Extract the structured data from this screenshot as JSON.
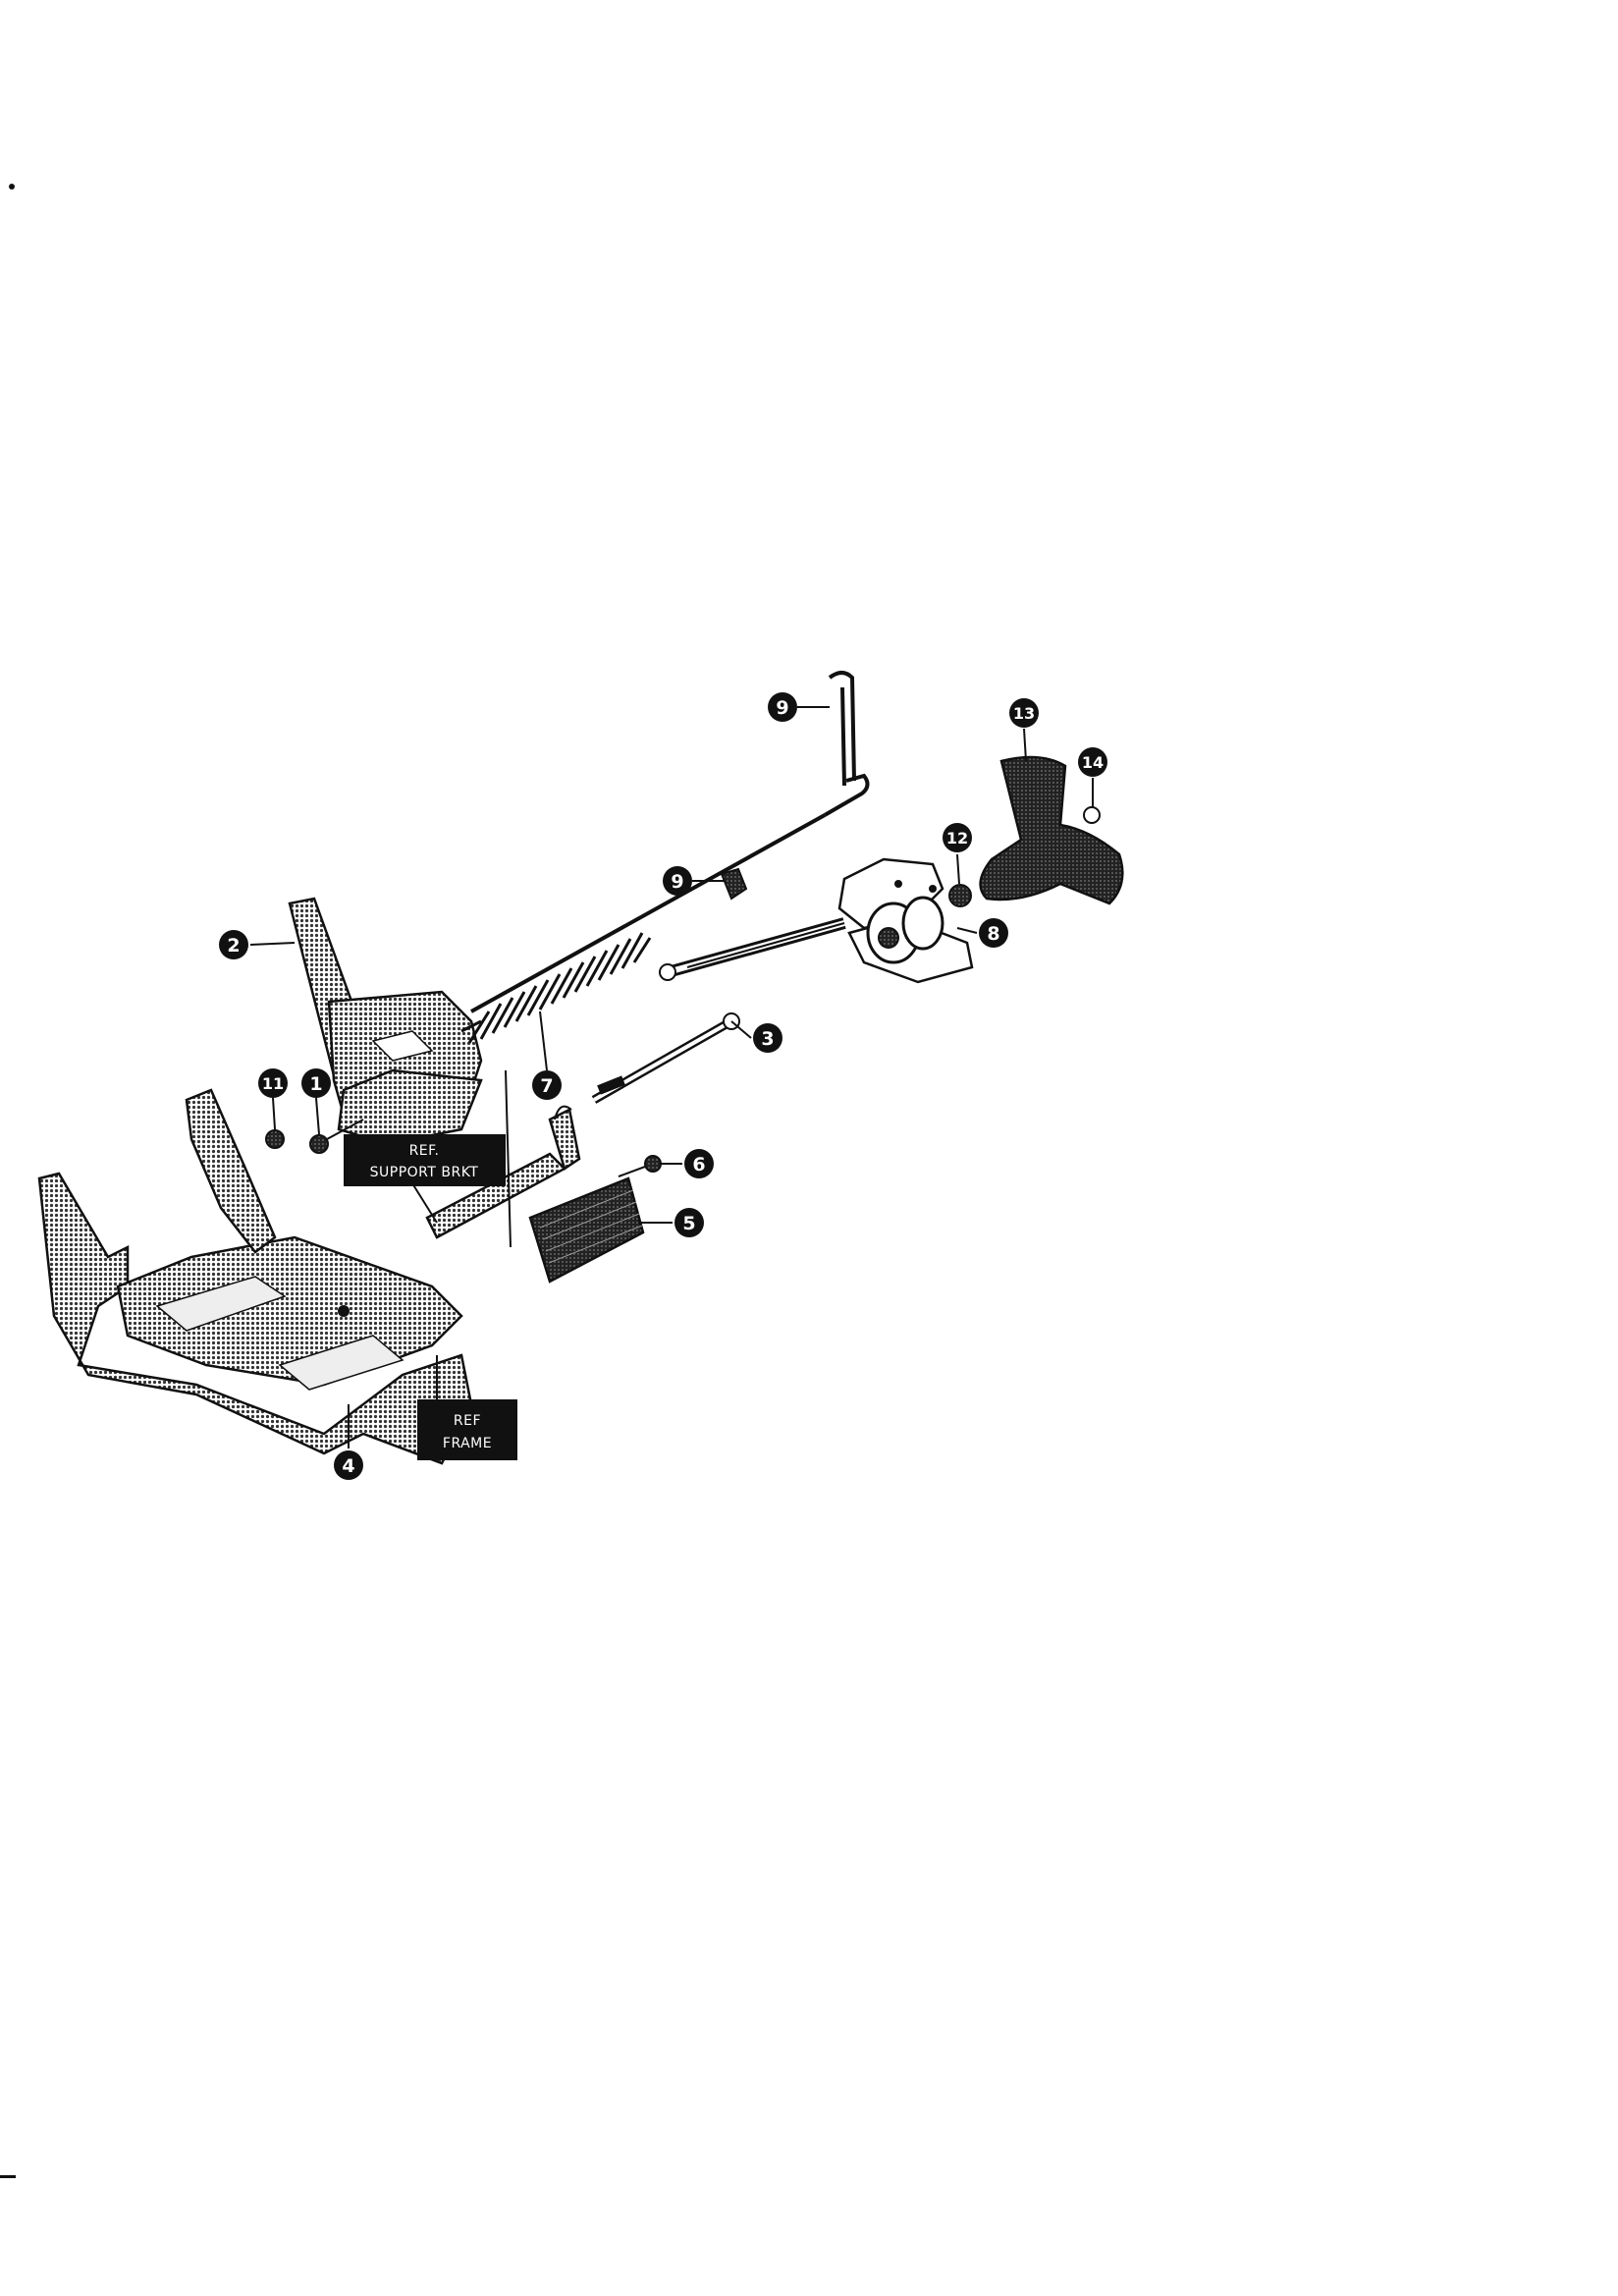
{
  "diagram": {
    "callouts": [
      {
        "id": "callout-1",
        "number": "1"
      },
      {
        "id": "callout-2",
        "number": "2"
      },
      {
        "id": "callout-3",
        "number": "3"
      },
      {
        "id": "callout-4",
        "number": "4"
      },
      {
        "id": "callout-5",
        "number": "5"
      },
      {
        "id": "callout-6",
        "number": "6"
      },
      {
        "id": "callout-7",
        "number": "7"
      },
      {
        "id": "callout-8",
        "number": "8"
      },
      {
        "id": "callout-9a",
        "number": "9"
      },
      {
        "id": "callout-9b",
        "number": "9"
      },
      {
        "id": "callout-11",
        "number": "11"
      },
      {
        "id": "callout-12",
        "number": "12"
      },
      {
        "id": "callout-13",
        "number": "13"
      },
      {
        "id": "callout-14",
        "number": "14"
      }
    ],
    "labels": {
      "support_bracket_line1": "REF.",
      "support_bracket_line2": "SUPPORT BRKT",
      "frame_line1": "REF",
      "frame_line2": "FRAME"
    },
    "colors": {
      "ink": "#111111",
      "halftone": "#7a7a7a",
      "paper": "#ffffff"
    }
  }
}
